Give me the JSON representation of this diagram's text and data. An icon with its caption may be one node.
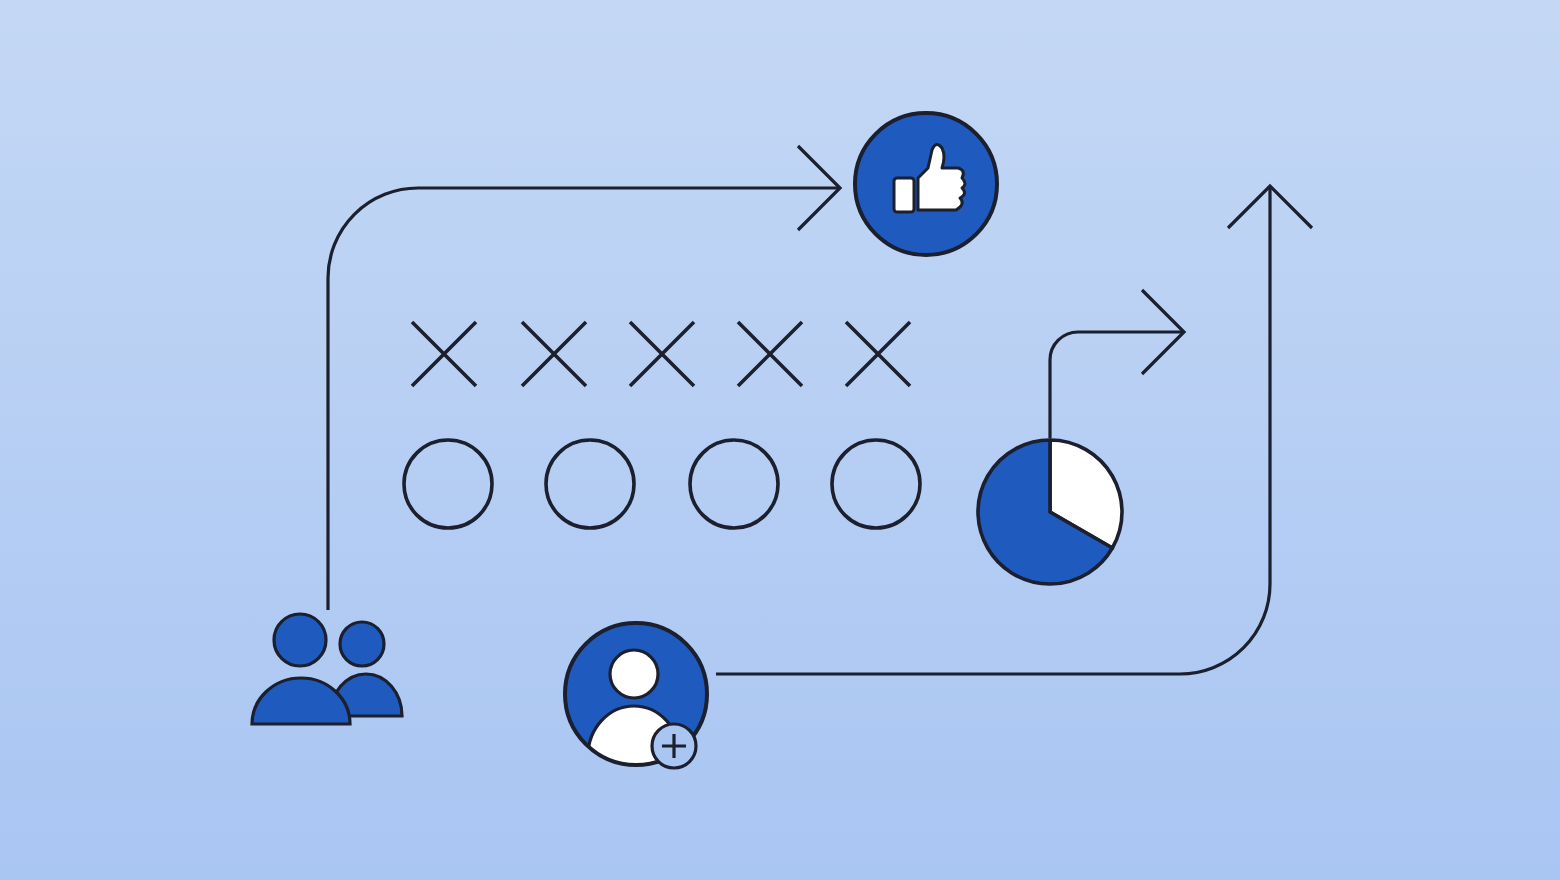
{
  "diagram": {
    "nodes": [
      {
        "text": [],
        "shape": "picture"
      },
      {
        "text": [],
        "shape": "cross"
      },
      {
        "text": [],
        "shape": "cross"
      },
      {
        "text": [],
        "shape": "cross"
      },
      {
        "text": [],
        "shape": "cross"
      },
      {
        "text": [],
        "shape": "cross"
      },
      {
        "text": [],
        "shape": "circle"
      },
      {
        "text": [],
        "shape": "circle"
      },
      {
        "text": [],
        "shape": "circle"
      },
      {
        "text": [],
        "shape": "circle"
      },
      {
        "text": [],
        "shape": "pie"
      },
      {
        "text": [],
        "shape": "person"
      },
      {
        "text": [],
        "shape": "picture"
      }
    ],
    "edges": [
      {
        "from": 11,
        "to": 0,
        "arrow": "to"
      },
      {
        "from": 10,
        "to": null,
        "arrow": "to"
      },
      {
        "from": 12,
        "to": null,
        "arrow": "to"
      }
    ]
  }
}
